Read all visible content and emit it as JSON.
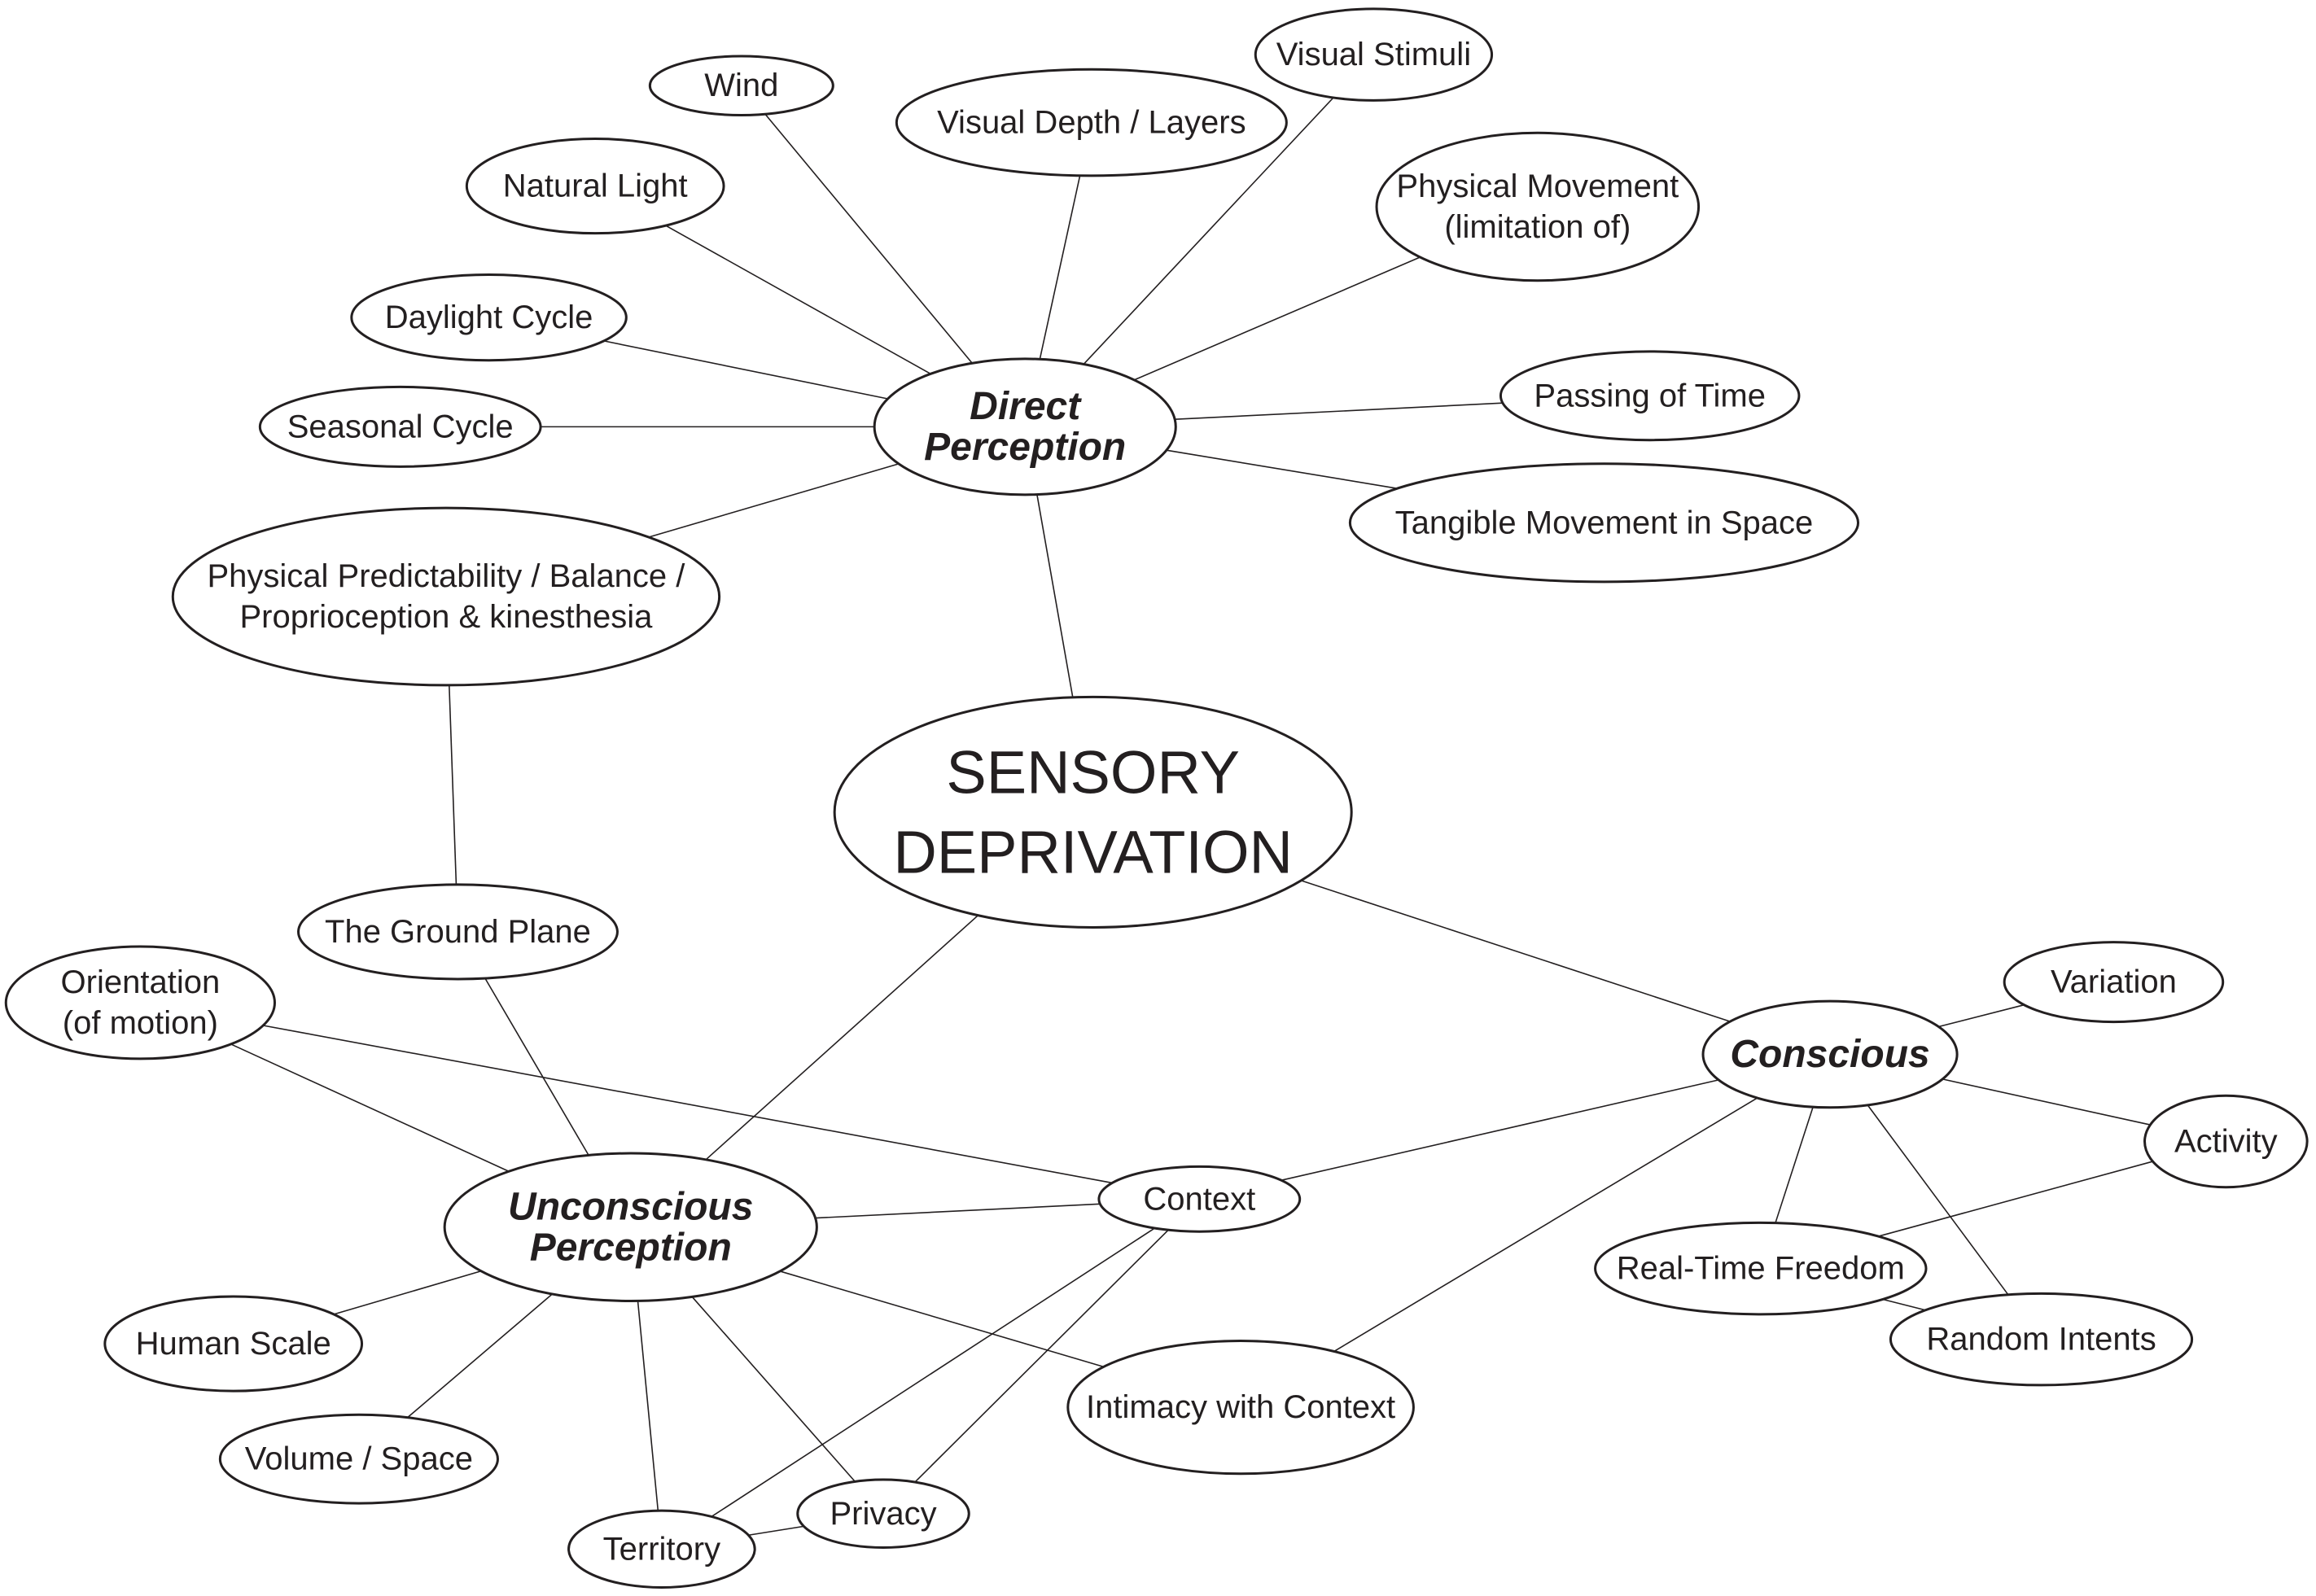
{
  "title": "SENSORY DEPRIVATION concept map",
  "colors": {
    "stroke": "#231f20",
    "text": "#231f20",
    "background": "#ffffff"
  },
  "nodes": [
    {
      "id": "root",
      "level": "root",
      "lines": [
        "SENSORY",
        "DEPRIVATION"
      ]
    },
    {
      "id": "direct",
      "level": "category",
      "lines": [
        "Direct",
        "Perception"
      ]
    },
    {
      "id": "unconscious",
      "level": "category",
      "lines": [
        "Unconscious",
        "Perception"
      ]
    },
    {
      "id": "conscious",
      "level": "category",
      "lines": [
        "Conscious"
      ]
    },
    {
      "id": "wind",
      "level": "leaf",
      "lines": [
        "Wind"
      ]
    },
    {
      "id": "visual-stimuli",
      "level": "leaf",
      "lines": [
        "Visual Stimuli"
      ]
    },
    {
      "id": "visual-depth",
      "level": "leaf",
      "lines": [
        "Visual Depth / Layers"
      ]
    },
    {
      "id": "natural-light",
      "level": "leaf",
      "lines": [
        "Natural Light"
      ]
    },
    {
      "id": "physical-movement",
      "level": "leaf",
      "lines": [
        "Physical Movement",
        "(limitation of)"
      ]
    },
    {
      "id": "daylight-cycle",
      "level": "leaf",
      "lines": [
        "Daylight Cycle"
      ]
    },
    {
      "id": "seasonal-cycle",
      "level": "leaf",
      "lines": [
        "Seasonal Cycle"
      ]
    },
    {
      "id": "passing-of-time",
      "level": "leaf",
      "lines": [
        "Passing of Time"
      ]
    },
    {
      "id": "tangible-movement",
      "level": "leaf",
      "lines": [
        "Tangible Movement in Space"
      ]
    },
    {
      "id": "physical-predictability",
      "level": "leaf",
      "lines": [
        "Physical Predictability / Balance /",
        "Proprioception & kinesthesia"
      ]
    },
    {
      "id": "ground-plane",
      "level": "leaf",
      "lines": [
        "The Ground Plane"
      ]
    },
    {
      "id": "orientation",
      "level": "leaf",
      "lines": [
        "Orientation",
        "(of motion)"
      ]
    },
    {
      "id": "variation",
      "level": "leaf",
      "lines": [
        "Variation"
      ]
    },
    {
      "id": "activity",
      "level": "leaf",
      "lines": [
        "Activity"
      ]
    },
    {
      "id": "context",
      "level": "leaf",
      "lines": [
        "Context"
      ]
    },
    {
      "id": "real-time-freedom",
      "level": "leaf",
      "lines": [
        "Real-Time Freedom"
      ]
    },
    {
      "id": "random-intents",
      "level": "leaf",
      "lines": [
        "Random Intents"
      ]
    },
    {
      "id": "human-scale",
      "level": "leaf",
      "lines": [
        "Human Scale"
      ]
    },
    {
      "id": "intimacy-with-context",
      "level": "leaf",
      "lines": [
        "Intimacy with Context"
      ]
    },
    {
      "id": "volume-space",
      "level": "leaf",
      "lines": [
        "Volume / Space"
      ]
    },
    {
      "id": "privacy",
      "level": "leaf",
      "lines": [
        "Privacy"
      ]
    },
    {
      "id": "territory",
      "level": "leaf",
      "lines": [
        "Territory"
      ]
    }
  ],
  "edges": [
    [
      "wind",
      "direct"
    ],
    [
      "natural-light",
      "direct"
    ],
    [
      "daylight-cycle",
      "direct"
    ],
    [
      "seasonal-cycle",
      "direct"
    ],
    [
      "physical-predictability",
      "direct"
    ],
    [
      "visual-depth",
      "direct"
    ],
    [
      "visual-stimuli",
      "direct"
    ],
    [
      "physical-movement",
      "direct"
    ],
    [
      "passing-of-time",
      "direct"
    ],
    [
      "tangible-movement",
      "direct"
    ],
    [
      "direct",
      "root"
    ],
    [
      "physical-predictability",
      "ground-plane"
    ],
    [
      "ground-plane",
      "unconscious"
    ],
    [
      "orientation",
      "unconscious"
    ],
    [
      "orientation",
      "context"
    ],
    [
      "root",
      "unconscious"
    ],
    [
      "root",
      "conscious"
    ],
    [
      "unconscious",
      "context"
    ],
    [
      "unconscious",
      "human-scale"
    ],
    [
      "unconscious",
      "volume-space"
    ],
    [
      "unconscious",
      "territory"
    ],
    [
      "unconscious",
      "privacy"
    ],
    [
      "unconscious",
      "intimacy-with-context"
    ],
    [
      "context",
      "conscious"
    ],
    [
      "context",
      "territory"
    ],
    [
      "context",
      "privacy"
    ],
    [
      "territory",
      "privacy"
    ],
    [
      "conscious",
      "intimacy-with-context"
    ],
    [
      "conscious",
      "variation"
    ],
    [
      "conscious",
      "activity"
    ],
    [
      "conscious",
      "real-time-freedom"
    ],
    [
      "conscious",
      "random-intents"
    ],
    [
      "activity",
      "real-time-freedom"
    ],
    [
      "real-time-freedom",
      "random-intents"
    ]
  ]
}
